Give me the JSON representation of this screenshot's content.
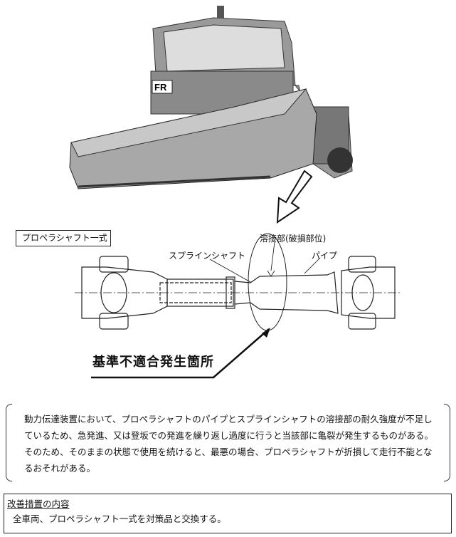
{
  "figure": {
    "part_label": "プロペラシャフト一式",
    "weld_label": "溶接部(破損部位)",
    "spline_label": "スプラインシャフト",
    "pipe_label": "パイプ",
    "defect_label": "基準不適合発生箇所",
    "truck_plate": "FR"
  },
  "description": {
    "text": "動力伝達装置において、プロペラシャフトのパイプとスプラインシャフトの溶接部の耐久強度が不足しているため、急発進、又は登坂での発進を繰り返し過度に行うと当該部に亀裂が発生するものがある。そのため、そのままの状態で使用を続けると、最悪の場合、プロペラシャフトが折損して走行不能となるおそれがある。"
  },
  "remedy": {
    "title": "改善措置の内容",
    "text": "全車両、プロペラシャフト一式を対策品と交換する。"
  }
}
